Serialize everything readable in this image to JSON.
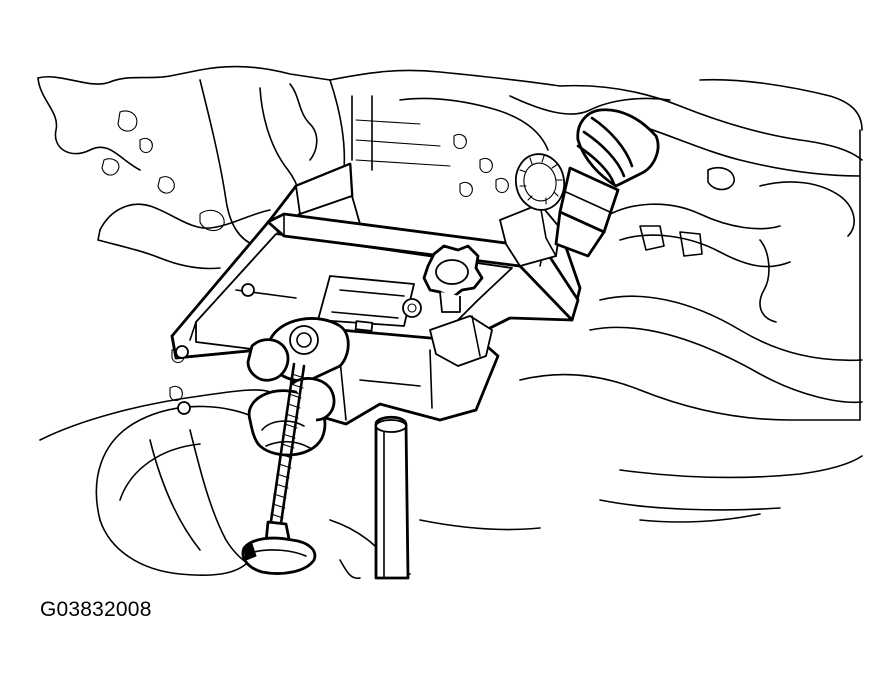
{
  "figure": {
    "code": "G03832008",
    "subject": "transmission-jack-holding-transmission-under-vehicle"
  },
  "colors": {
    "ink": "#000000",
    "paper": "#ffffff"
  },
  "icons": {
    "jack_handle_knob": "star-knob",
    "lock_knob": "star-knob",
    "screw": "threaded-rod"
  }
}
